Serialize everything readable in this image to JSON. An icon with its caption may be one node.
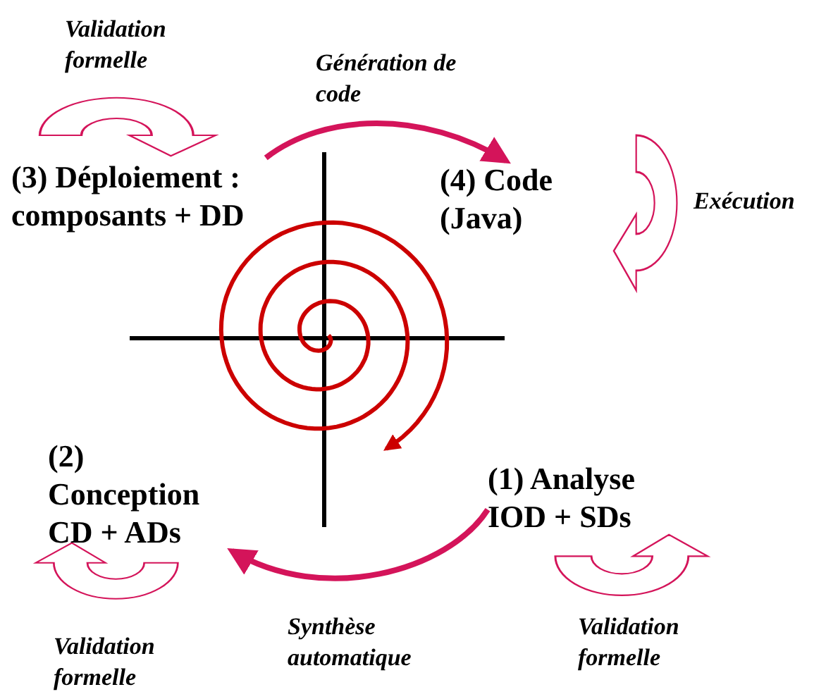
{
  "diagram": {
    "nodes": [
      {
        "text": [
          "(3) Déploiement : composants + DD"
        ]
      },
      {
        "text": [
          "(4) Code (Java)"
        ]
      },
      {
        "text": [
          "(2) Conception CD + ADs"
        ]
      },
      {
        "text": [
          "(1) Analyse IOD + SDs"
        ]
      }
    ],
    "edges": [
      {
        "from": 0,
        "to": 1,
        "arrow": "to",
        "label": "Génération de code"
      },
      {
        "from": 3,
        "to": 2,
        "arrow": "to",
        "label": "Synthèse automatique"
      }
    ],
    "labels": [
      "Validation formelle",
      "Exécution",
      "Validation formelle",
      "Validation formelle"
    ]
  }
}
